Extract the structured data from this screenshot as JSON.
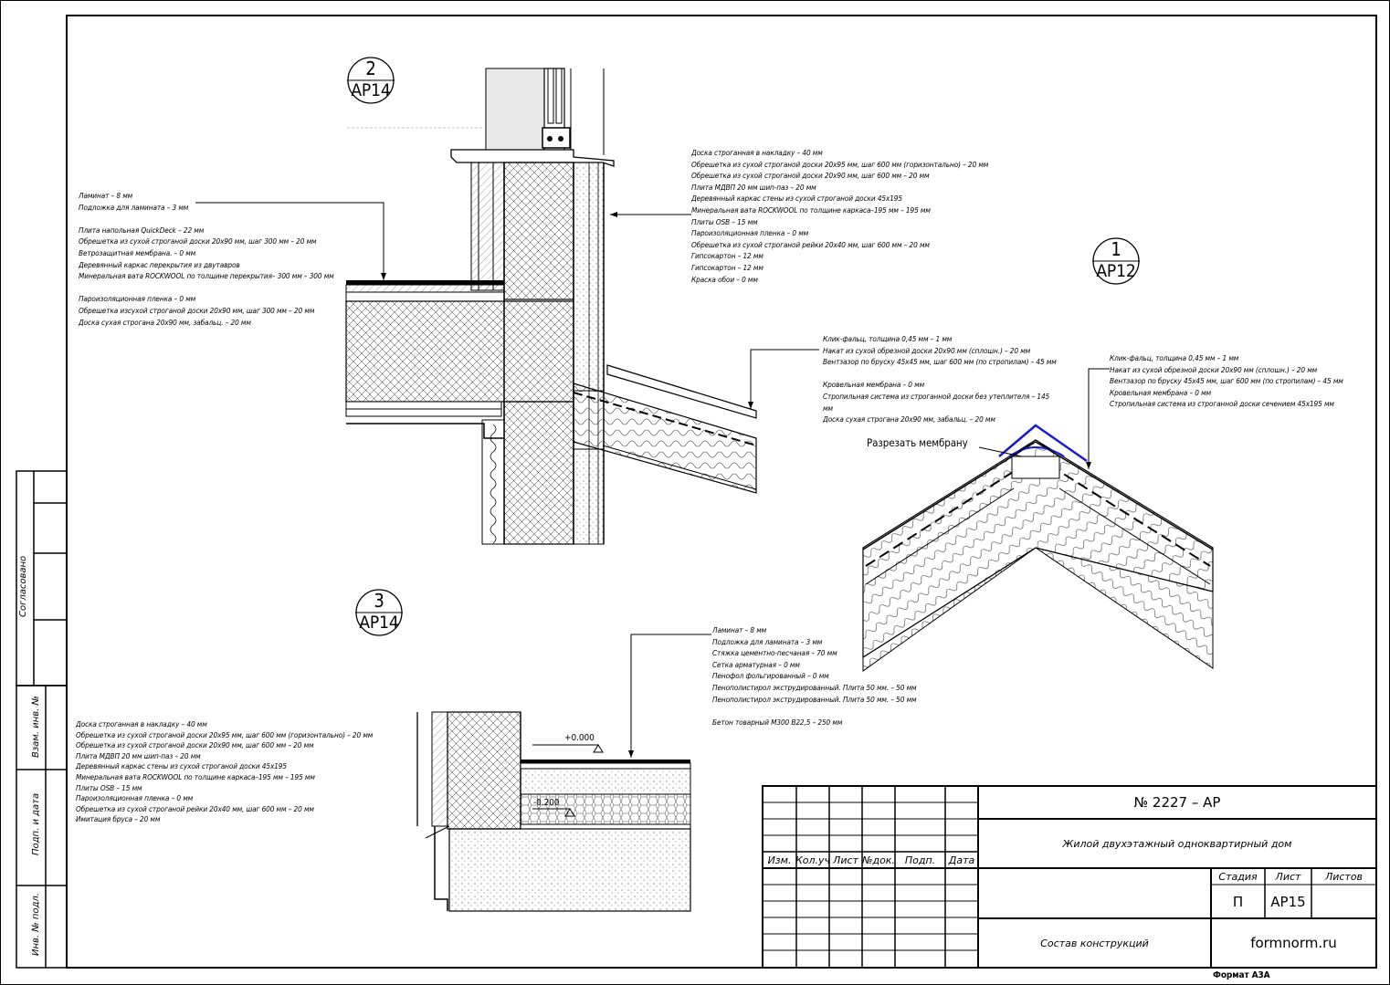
{
  "callouts": {
    "c2": {
      "num": "2",
      "sheet": "АР14"
    },
    "c1": {
      "num": "1",
      "sheet": "АР12"
    },
    "c3": {
      "num": "3",
      "sheet": "АР14"
    }
  },
  "notes": {
    "wall_top": [
      "Доска строганная в накладку – 40 мм",
      "Обрешетка из сухой строганой доски 20х95 мм, шаг 600 мм (горизонтально) – 20 мм",
      "Обрешетка из сухой строганой доски 20х90 мм, шаг 600 мм – 20 мм",
      "Плита МДВП 20 мм шип-паз – 20 мм",
      "Деревянный каркас стены из сухой строганой доски 45х195",
      "Минеральная вата ROCKWOOL по толщине каркаса–195 мм – 195 мм",
      "Плиты OSB – 15 мм",
      "Пароизоляционная пленка – 0 мм",
      "Обрешетка из сухой строганой рейки 20х40 мм, шаг 600 мм – 20 мм",
      "Гипсокартон – 12 мм",
      "Гипсокартон – 12 мм",
      "Краска обои – 0 мм"
    ],
    "floor_left": [
      "Ламинат – 8 мм",
      "Подложка для ламината – 3 мм",
      "",
      "Плита напольная QuickDeck – 22 мм",
      "Обрешетка из сухой строганой доски 20х90 мм, шаг 300 мм – 20 мм",
      "Ветрозащитная мембрана. – 0 мм",
      "Деревянный каркас перекрытия из двутавров",
      "Минеральная вата ROCKWOOL по толщине перекрытия– 300 мм – 300 мм",
      "",
      "Пароизоляционная пленка – 0 мм",
      "Обрешетка изсухой строганой доски 20х90 мм, шаг 300 мм – 20 мм",
      "Доска сухая строгана 20х90 мм, забальц. – 20 мм"
    ],
    "roof_mid": [
      "Клик-фальц, толщина 0,45 мм – 1 мм",
      "Накат из сухой обрезной доски 20х90 мм (сплошн.) – 20 мм",
      "Вентзазор по бруску 45х45 мм, шаг 600 мм (по стропилам) – 45 мм",
      "",
      "Кровельная мембрана – 0 мм",
      "Стропильная система из строганной доски без утеплителя – 145",
      "мм",
      "Доска сухая строгана 20х90 мм, забальц. – 20 мм"
    ],
    "roof_right": [
      "Клик-фальц, толщина 0,45 мм – 1 мм",
      "Накат из сухой обрезной доски 20х90 мм (сплошн.) – 20 мм",
      "Вентзазор по бруску 45х45 мм, шаг 600 мм (по стропилам) – 45 мм",
      "Кровельная мембрана – 0 мм",
      "Стропильная система из строганной доски сечением 45х195 мм"
    ],
    "cut_membrane": "Разрезать мембрану",
    "slab": [
      "Ламинат – 8 мм",
      "Подложка для ламината – 3 мм",
      "Стяжка цементно-песчаная – 70 мм",
      "Сетка арматурная – 0 мм",
      "Пенофол фольгированный – 0 мм",
      "Пенополистирол экструдированный. Плита 50 мм. – 50 мм",
      "Пенополистирол экструдированный. Плита 50 мм. – 50 мм",
      "",
      "Бетон товарный М300 В22,5 – 250 мм"
    ],
    "wall_bottom": [
      "Доска строганная в накладку – 40 мм",
      "Обрешетка из сухой строганой доски 20х95 мм, шаг 600 мм (горизонтально) – 20 мм",
      "Обрешетка из сухой строганой доски 20х90 мм, шаг 600 мм – 20 мм",
      "Плита МДВП 20 мм шип-паз – 20 мм",
      "Деревянный каркас стены из сухой строганой доски 45х195",
      "Минеральная вата ROCKWOOL по толщине каркаса–195 мм – 195 мм",
      "Плиты OSB – 15 мм",
      "Пароизоляционная пленка – 0 мм",
      "Обрешетка из сухой строганой рейки 20х40 мм, шаг 600 мм – 20 мм",
      "Имитация бруса – 20 мм"
    ]
  },
  "levels": {
    "zero": "+0.000",
    "minus": "-0.200"
  },
  "side_stamp": {
    "agreed": "Согласовано",
    "inv_replace": "Взам. инв. №",
    "sign_date": "Подп. и дата",
    "inv_orig": "Инв. № подл."
  },
  "title_block": {
    "headers": [
      "Изм.",
      "Кол.уч",
      "Лист",
      "№док.",
      "Подп.",
      "Дата"
    ],
    "doc_number": "№ 2227 – АР",
    "project": "Жилой двухэтажный одноквартирный дом",
    "stage_label": "Стадия",
    "sheet_label": "Лист",
    "sheets_label": "Листов",
    "stage": "П",
    "sheet": "АР15",
    "sheets": "",
    "drawing_title": "Состав конструкций",
    "org": "formnorm.ru",
    "format": "Формат А3А"
  }
}
